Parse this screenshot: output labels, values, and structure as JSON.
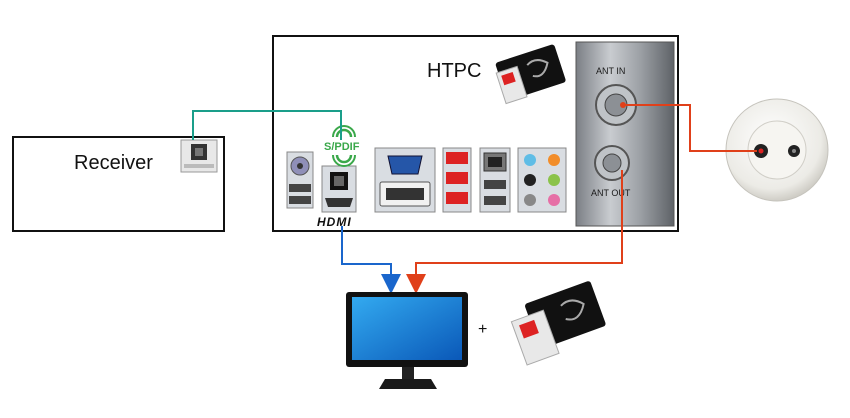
{
  "receiver": {
    "label": "Receiver"
  },
  "htpc": {
    "label": "HTPC"
  },
  "ports": {
    "spdif_label": "S/PDIF",
    "hdmi_label": "HDMI",
    "ant_in_label": "ANT IN",
    "ant_out_label": "ANT OUT"
  },
  "connector": {
    "plus": "+"
  },
  "colors": {
    "optical_cable": "#1a9e8a",
    "hdmi_cable": "#1a66cc",
    "antenna_cable": "#e0401a",
    "box_border": "#111111"
  },
  "icons": {
    "monitor": "monitor-icon",
    "ci_module": "ci-module-card-icon",
    "wall_socket": "antenna-wall-socket-icon"
  }
}
